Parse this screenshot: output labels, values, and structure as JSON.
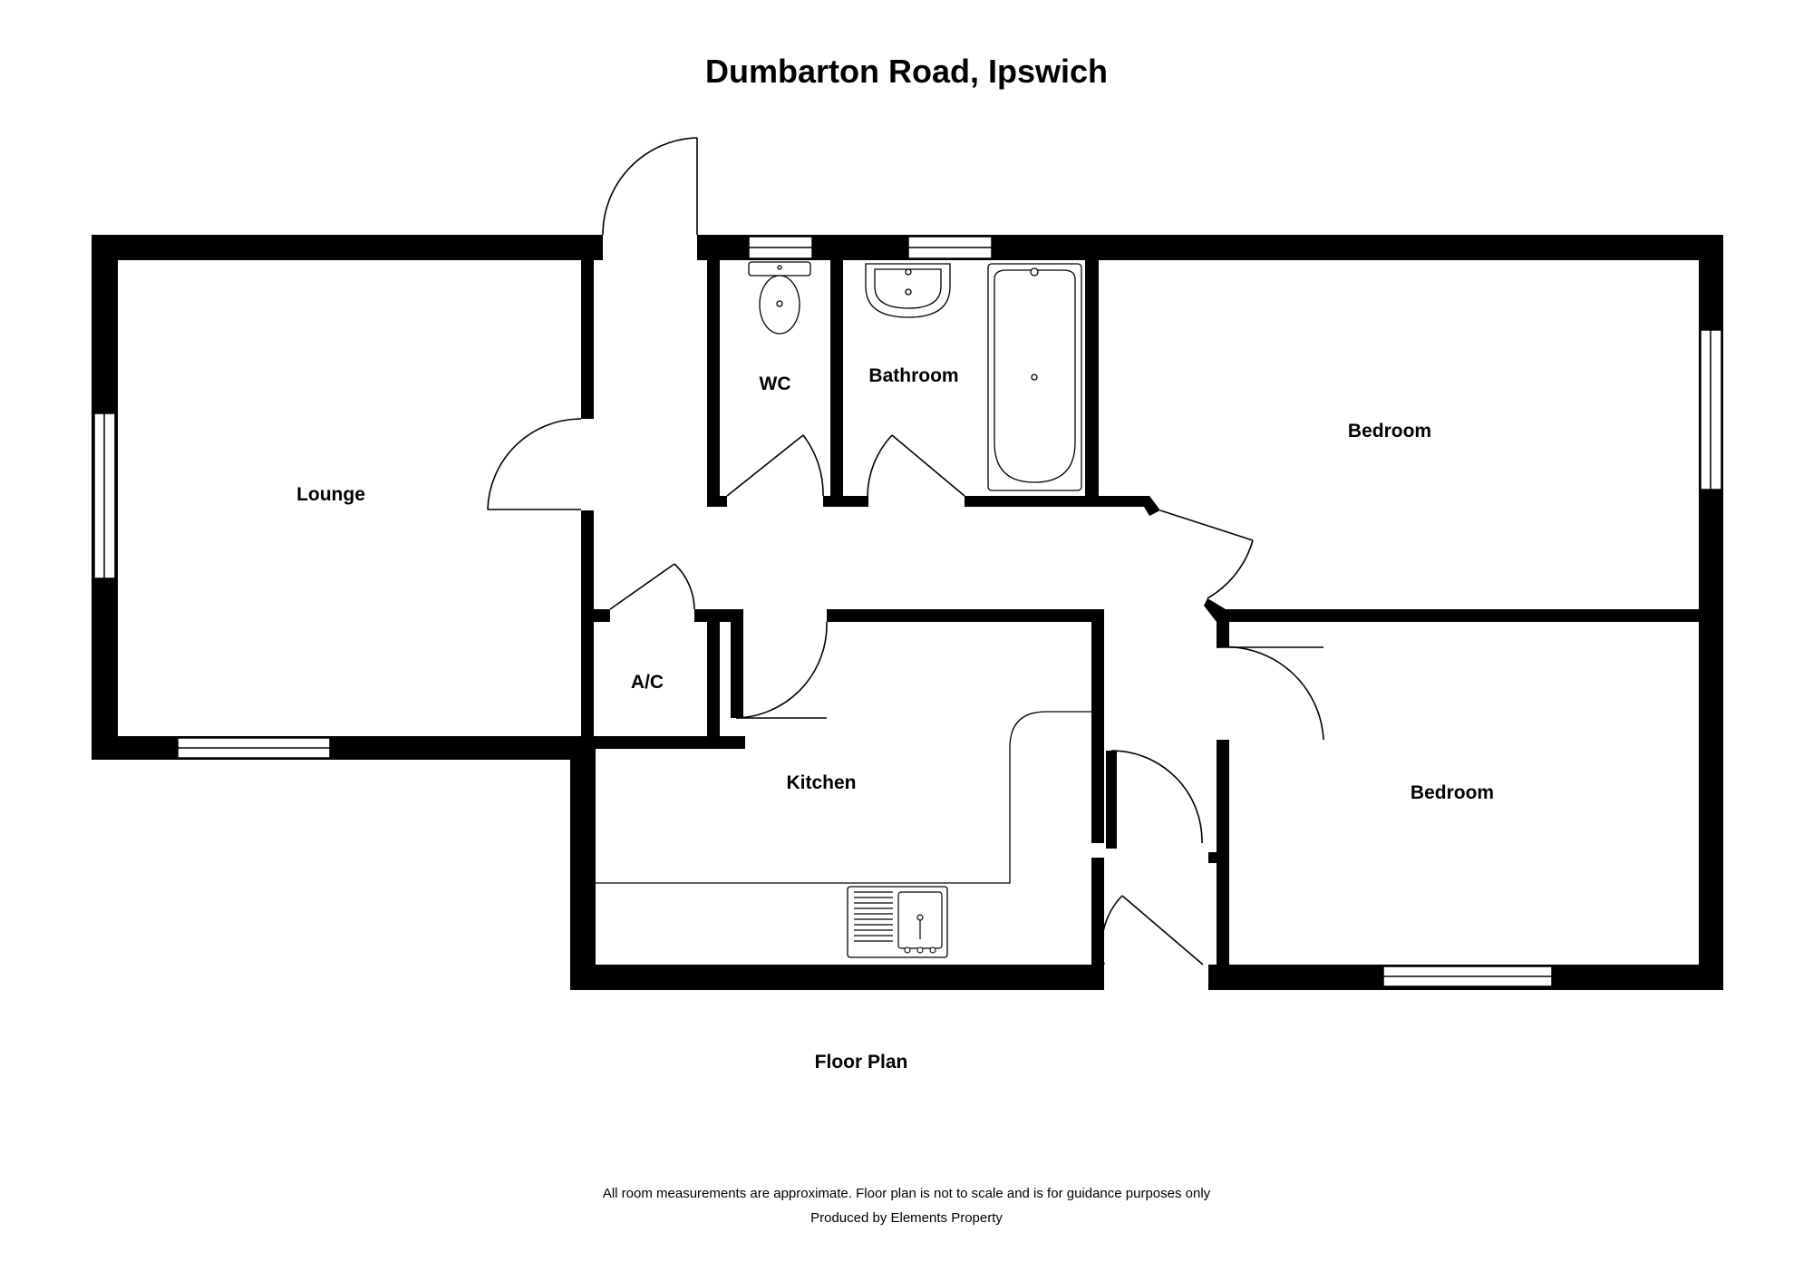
{
  "title": "Dumbarton Road, Ipswich",
  "plan_label": "Floor Plan",
  "disclaimer": "All room measurements are approximate. Floor plan is not to scale and is for guidance purposes only",
  "credit": "Produced by Elements Property",
  "rooms": {
    "lounge": "Lounge",
    "wc": "WC",
    "bathroom": "Bathroom",
    "bedroom_1": "Bedroom",
    "bedroom_2": "Bedroom",
    "ac": "A/C",
    "kitchen": "Kitchen"
  },
  "colors": {
    "wall": "#000000",
    "fixture_stroke": "#000000",
    "background": "#ffffff"
  }
}
